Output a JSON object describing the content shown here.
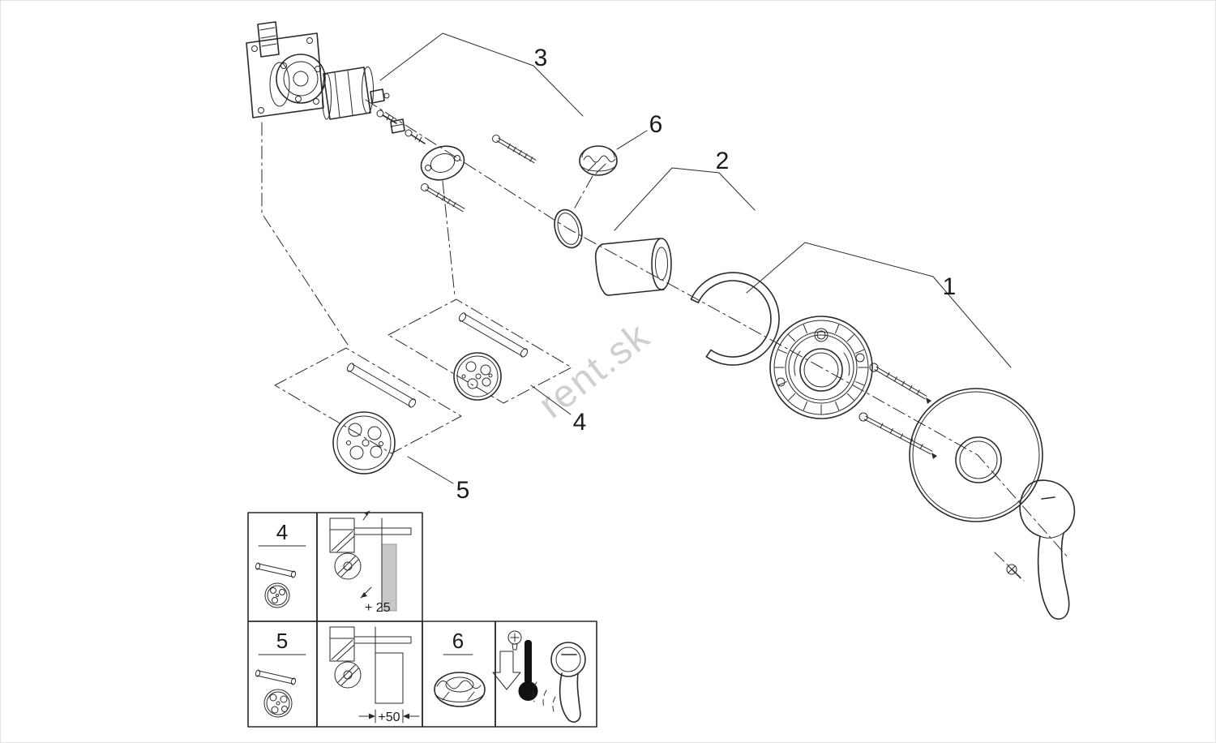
{
  "diagram": {
    "watermark": "rent.sk",
    "part_labels": {
      "p1": "1",
      "p2": "2",
      "p3": "3",
      "p4": "4",
      "p5": "5",
      "p6": "6"
    },
    "table": {
      "row1_label": "4",
      "row2_label": "5",
      "cap_label": "6",
      "dim_row1": "+ 25",
      "dim_row2": "+50"
    },
    "colors": {
      "line": "#2a2a2a",
      "wall_fill": "#c8c8c8",
      "watermark": "#c4c4c4",
      "thermometer": "#111111",
      "background": "#ffffff"
    }
  }
}
